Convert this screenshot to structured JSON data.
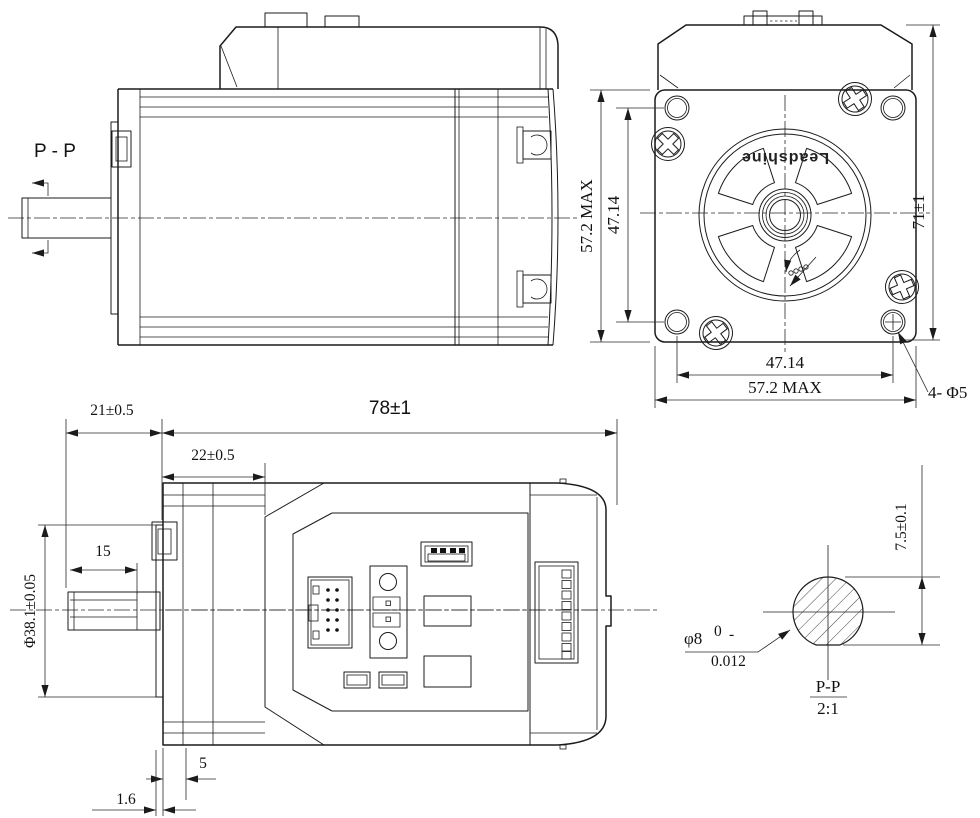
{
  "drawing": {
    "section_label": "P - P",
    "logo_text": "Leadshine",
    "front_view": {
      "height_max": "57.2 MAX",
      "hole_pitch_v": "47.14",
      "total_height": "71±1",
      "hole_pitch_h": "47.14",
      "width_max": "57.2 MAX",
      "mounting_holes": "4- Φ5"
    },
    "side_view": {
      "shaft_length": "21±0.5",
      "total_length": "78±1",
      "drive_length": "22±0.5",
      "flat_length": "15",
      "pilot_diameter": "Φ38.1±0.05",
      "rear_clearance": "5",
      "flange_thickness": "1.6"
    },
    "detail_view": {
      "flat_height": "7.5±0.1",
      "shaft_diameter": "φ8",
      "tol_upper": "0",
      "tol_sign": "-",
      "tol_lower": "0.012",
      "title": "P-P",
      "scale": "2:1"
    }
  }
}
